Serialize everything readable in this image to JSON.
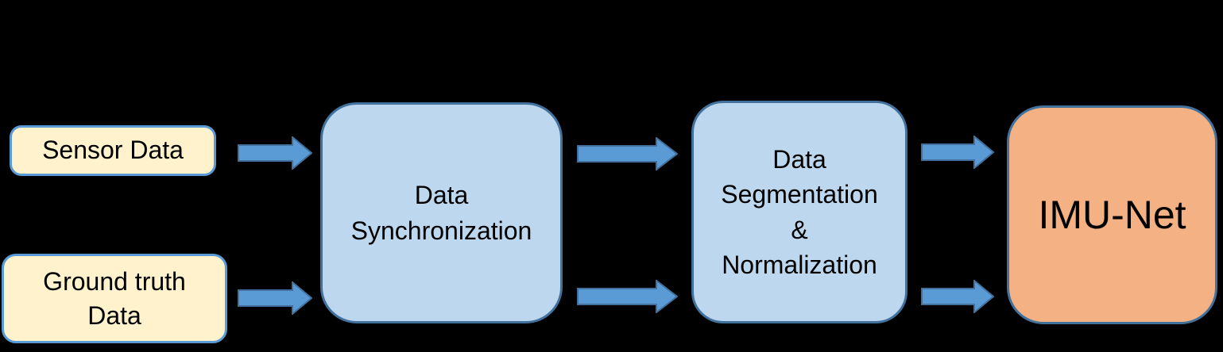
{
  "diagram": {
    "background": "#000000",
    "text_color": "#000000",
    "nodes": {
      "sensor": {
        "label": "Sensor Data",
        "fill": "#FFF2CC",
        "border": "#5B9BD5"
      },
      "ground": {
        "label": "Ground truth\nData",
        "fill": "#FFF2CC",
        "border": "#5B9BD5"
      },
      "sync": {
        "label": "Data\nSynchronization",
        "fill": "#BDD7EE",
        "border": "#41719C"
      },
      "seg": {
        "label": "Data\nSegmentation\n&\nNormalization",
        "fill": "#BDD7EE",
        "border": "#41719C"
      },
      "imu": {
        "label": "IMU-Net",
        "fill": "#F4B183",
        "border": "#41719C"
      }
    },
    "arrow_style": {
      "fill": "#5B9BD5",
      "stroke": "#41719C"
    },
    "arrows": [
      {
        "from": "sensor",
        "to": "sync"
      },
      {
        "from": "ground",
        "to": "sync"
      },
      {
        "from": "sync",
        "to": "seg",
        "position": "top"
      },
      {
        "from": "sync",
        "to": "seg",
        "position": "bottom"
      },
      {
        "from": "seg",
        "to": "imu",
        "position": "top"
      },
      {
        "from": "seg",
        "to": "imu",
        "position": "bottom"
      }
    ]
  }
}
